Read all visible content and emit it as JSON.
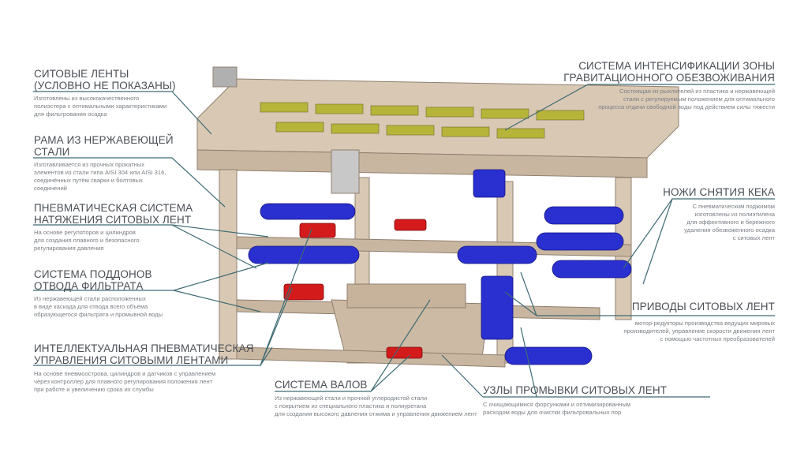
{
  "colors": {
    "leader": "#3f6b74",
    "frame": "#d9c8b4",
    "roller": "#2a2fd0",
    "cylinder": "#d41b1b",
    "text_title": "#4a4f55",
    "text_desc": "#7a7f84"
  },
  "callouts": {
    "belts": {
      "title": [
        "Ситовые ленты",
        "(условно не показаны)"
      ],
      "desc": [
        "Изготовлены из высококачественного",
        "полиэстера с оптимальными характеристиками",
        "для фильтрования осадка"
      ]
    },
    "frame": {
      "title": [
        "Рама из нержавеющей",
        "стали"
      ],
      "desc": [
        "Изготавливается из прочных прокатных",
        "элементов из стали типа AISI 304 или AISI 316,",
        "соединённых путём сварки и болтовых",
        "соединений"
      ]
    },
    "tension": {
      "title": [
        "Пневматическая система",
        "натяжения ситовых лент"
      ],
      "desc": [
        "На основе регуляторов и цилиндров",
        "для создания плавного и безопасного",
        "регулирования давления"
      ]
    },
    "trays": {
      "title": [
        "Система поддонов",
        "отвода фильтрата"
      ],
      "desc": [
        "Из нержавеющей стали расположенных",
        "в виде каскада для отвода всего объёма",
        "образующегося фильтрата и промывной воды"
      ]
    },
    "control": {
      "title": [
        "Интеллектуальная пневматическая",
        "управления ситовыми лентами"
      ],
      "desc": [
        "На основе пневмоострова, цилиндров и датчиков с управлением",
        "через контроллер для плавного регулирования положения лент",
        "при работе и увеличению срока их службы"
      ]
    },
    "gravity": {
      "title": [
        "Система интенсификации зоны",
        "гравитационного обезвоживания"
      ],
      "desc": [
        "Состоящая из рыхлителей из пластика и нержавеющей",
        "стали с регулируемым положением для оптимального",
        "процесса отдачи свободной воды под действием силы тяжести"
      ]
    },
    "knives": {
      "title": [
        "Ножи снятия кека"
      ],
      "desc": [
        "С пневматическим поджимом",
        "изготовлены из полиэтилена",
        "для эффективного и бережного",
        "удаления обезвоженного осадка",
        "с ситовых лент"
      ]
    },
    "drives": {
      "title": [
        "Приводы ситовых лент"
      ],
      "desc": [
        "мотор-редукторы производства ведущих мировых",
        "производителей, управление скорости движения лент",
        "с помощью частотных преобразователей"
      ]
    },
    "rollers": {
      "title": [
        "Система валов"
      ],
      "desc": [
        "Из нержавеющей стали и прочной углеродистой стали",
        "с покрытием из специального пластика и полиуретана",
        "для создания высокого давления отжима и управления движением лент"
      ]
    },
    "washing": {
      "title": [
        "Узлы промывки ситовых лент"
      ],
      "desc": [
        "С очищающимися форсунками и оптимизированным",
        "расходом воды для очистки фильтровальных пор"
      ]
    }
  }
}
